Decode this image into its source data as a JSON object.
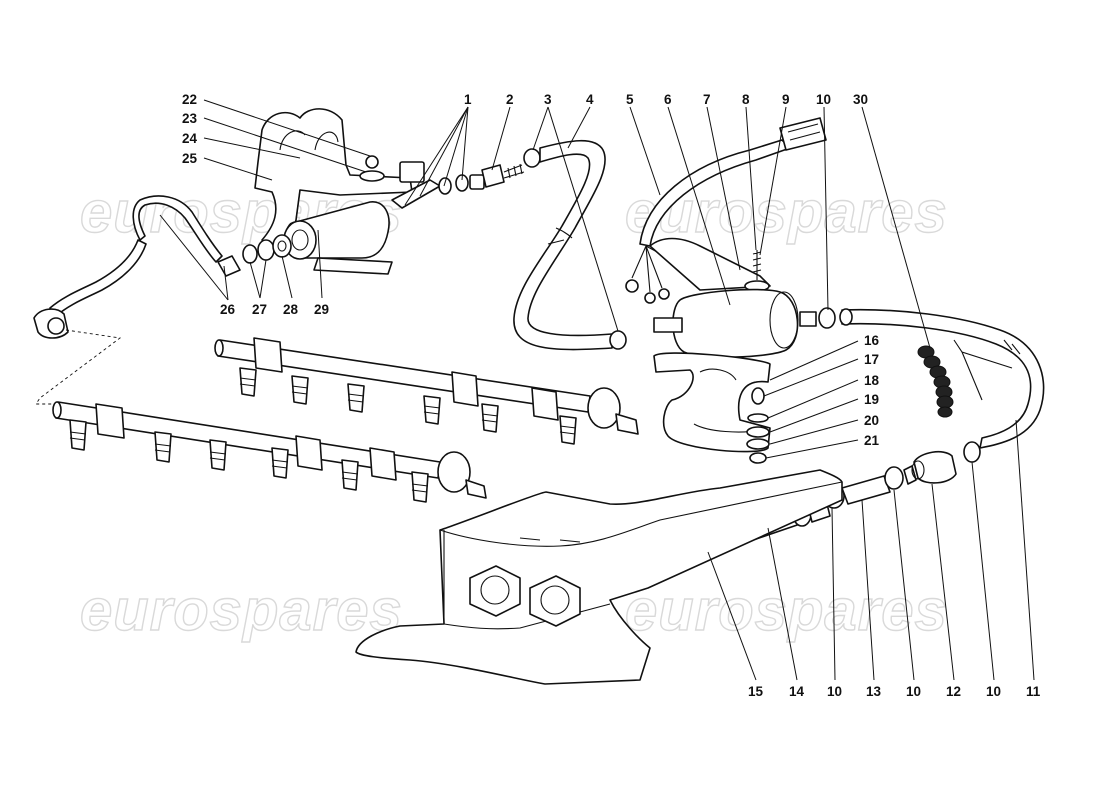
{
  "watermark": "eurospares",
  "callouts": [
    {
      "id": "c1",
      "n": "1"
    },
    {
      "id": "c2",
      "n": "2"
    },
    {
      "id": "c3",
      "n": "3"
    },
    {
      "id": "c4",
      "n": "4"
    },
    {
      "id": "c5",
      "n": "5"
    },
    {
      "id": "c6",
      "n": "6"
    },
    {
      "id": "c7",
      "n": "7"
    },
    {
      "id": "c8",
      "n": "8"
    },
    {
      "id": "c9",
      "n": "9"
    },
    {
      "id": "c10a",
      "n": "10"
    },
    {
      "id": "c30",
      "n": "30"
    },
    {
      "id": "c22",
      "n": "22"
    },
    {
      "id": "c23",
      "n": "23"
    },
    {
      "id": "c24",
      "n": "24"
    },
    {
      "id": "c25",
      "n": "25"
    },
    {
      "id": "c26",
      "n": "26"
    },
    {
      "id": "c27",
      "n": "27"
    },
    {
      "id": "c28",
      "n": "28"
    },
    {
      "id": "c29",
      "n": "29"
    },
    {
      "id": "c16",
      "n": "16"
    },
    {
      "id": "c17",
      "n": "17"
    },
    {
      "id": "c18",
      "n": "18"
    },
    {
      "id": "c19",
      "n": "19"
    },
    {
      "id": "c20",
      "n": "20"
    },
    {
      "id": "c21",
      "n": "21"
    },
    {
      "id": "c15",
      "n": "15"
    },
    {
      "id": "c14",
      "n": "14"
    },
    {
      "id": "c10b",
      "n": "10"
    },
    {
      "id": "c13",
      "n": "13"
    },
    {
      "id": "c10c",
      "n": "10"
    },
    {
      "id": "c12",
      "n": "12"
    },
    {
      "id": "c10d",
      "n": "10"
    },
    {
      "id": "c11",
      "n": "11"
    }
  ]
}
